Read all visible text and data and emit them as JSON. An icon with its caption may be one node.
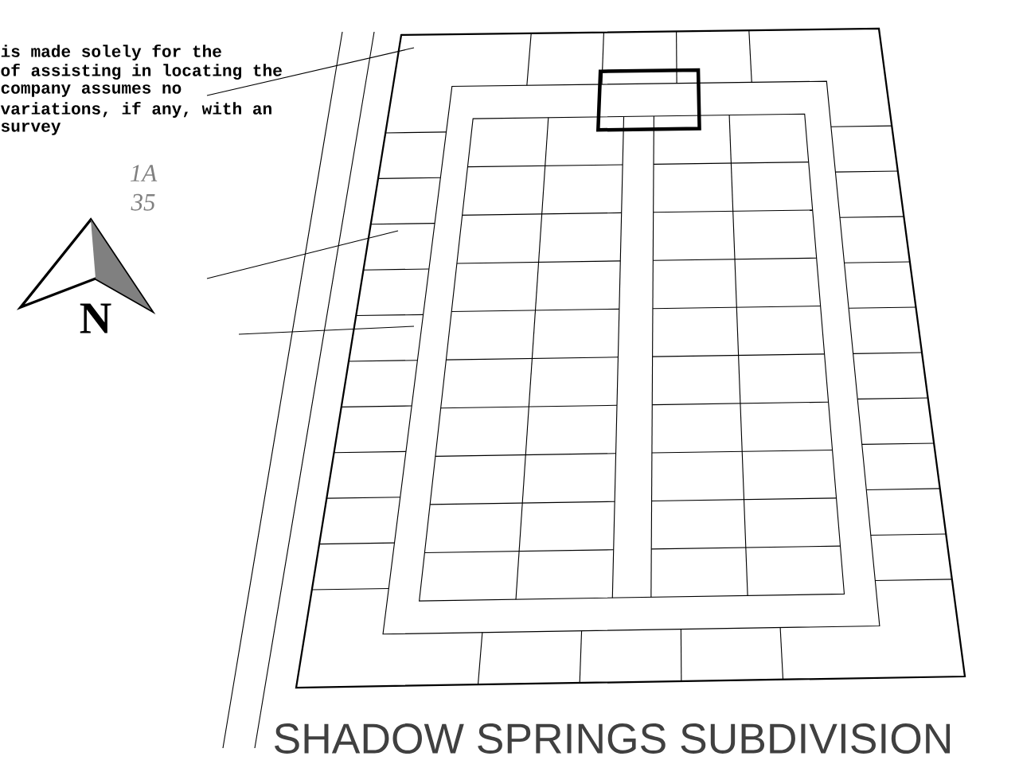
{
  "diagram": {
    "title": "SHADOW SPRINGS SUBDIVISION",
    "labels": [
      "is made solely for the",
      "of assisting in locating the",
      "company assumes no",
      "variations, if any, with an",
      "survey",
      "1A 35",
      "N"
    ]
  }
}
